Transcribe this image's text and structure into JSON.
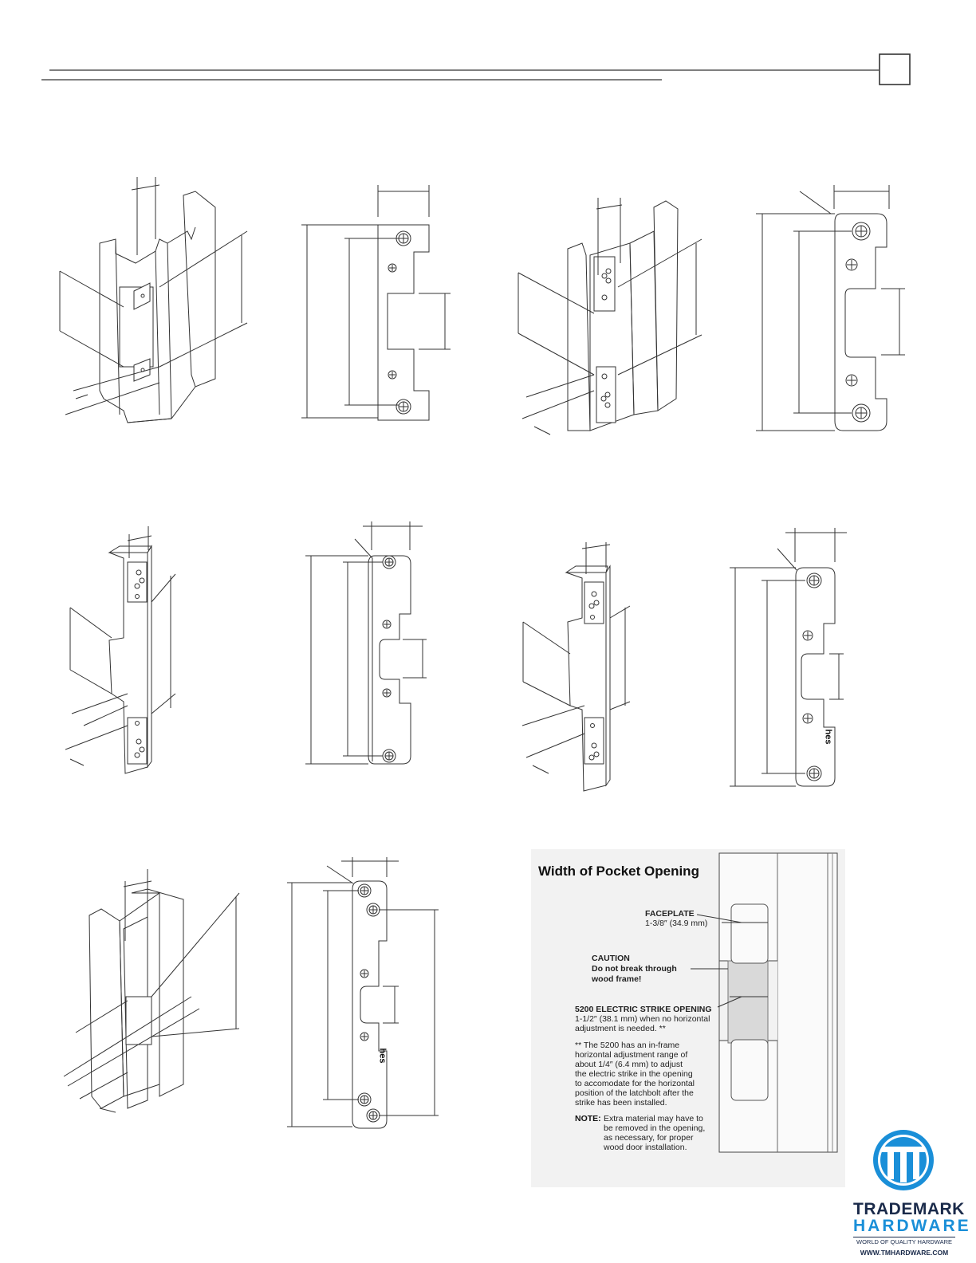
{
  "pocket_diagram": {
    "title": "Width of Pocket Opening",
    "faceplate_label": "FACEPLATE",
    "faceplate_value": "1-3/8″ (34.9 mm)",
    "caution_label": "CAUTION",
    "caution_line1": "Do not break through",
    "caution_line2": "wood frame!",
    "opening_label": "5200 ELECTRIC STRIKE OPENING",
    "opening_line1": "1-1/2″ (38.1 mm) when no horizontal",
    "opening_line2": "adjustment is needed.  **",
    "footnote_lines": [
      "** The 5200 has an in-frame",
      "horizontal adjustment range of",
      "about 1/4″ (6.4 mm) to adjust",
      "the electric strike in the opening",
      "to accomodate for the horizontal",
      "position of the latchbolt after the",
      "strike has been installed."
    ],
    "note_label": "NOTE:",
    "note_lines": [
      "Extra material may have to",
      "be removed in the opening,",
      "as necessary, for proper",
      "wood door installation."
    ]
  },
  "faceplate_marks": {
    "hes_1": "hes",
    "hes_2": "hes"
  },
  "logo": {
    "name_line1": "TRADEMARK",
    "name_line2": "HARDWARE",
    "tagline": "WORLD OF QUALITY HARDWARE",
    "website": "WWW.TMHARDWARE.COM",
    "color_dark": "#1a2a4a",
    "color_accent": "#1a8fd8"
  }
}
